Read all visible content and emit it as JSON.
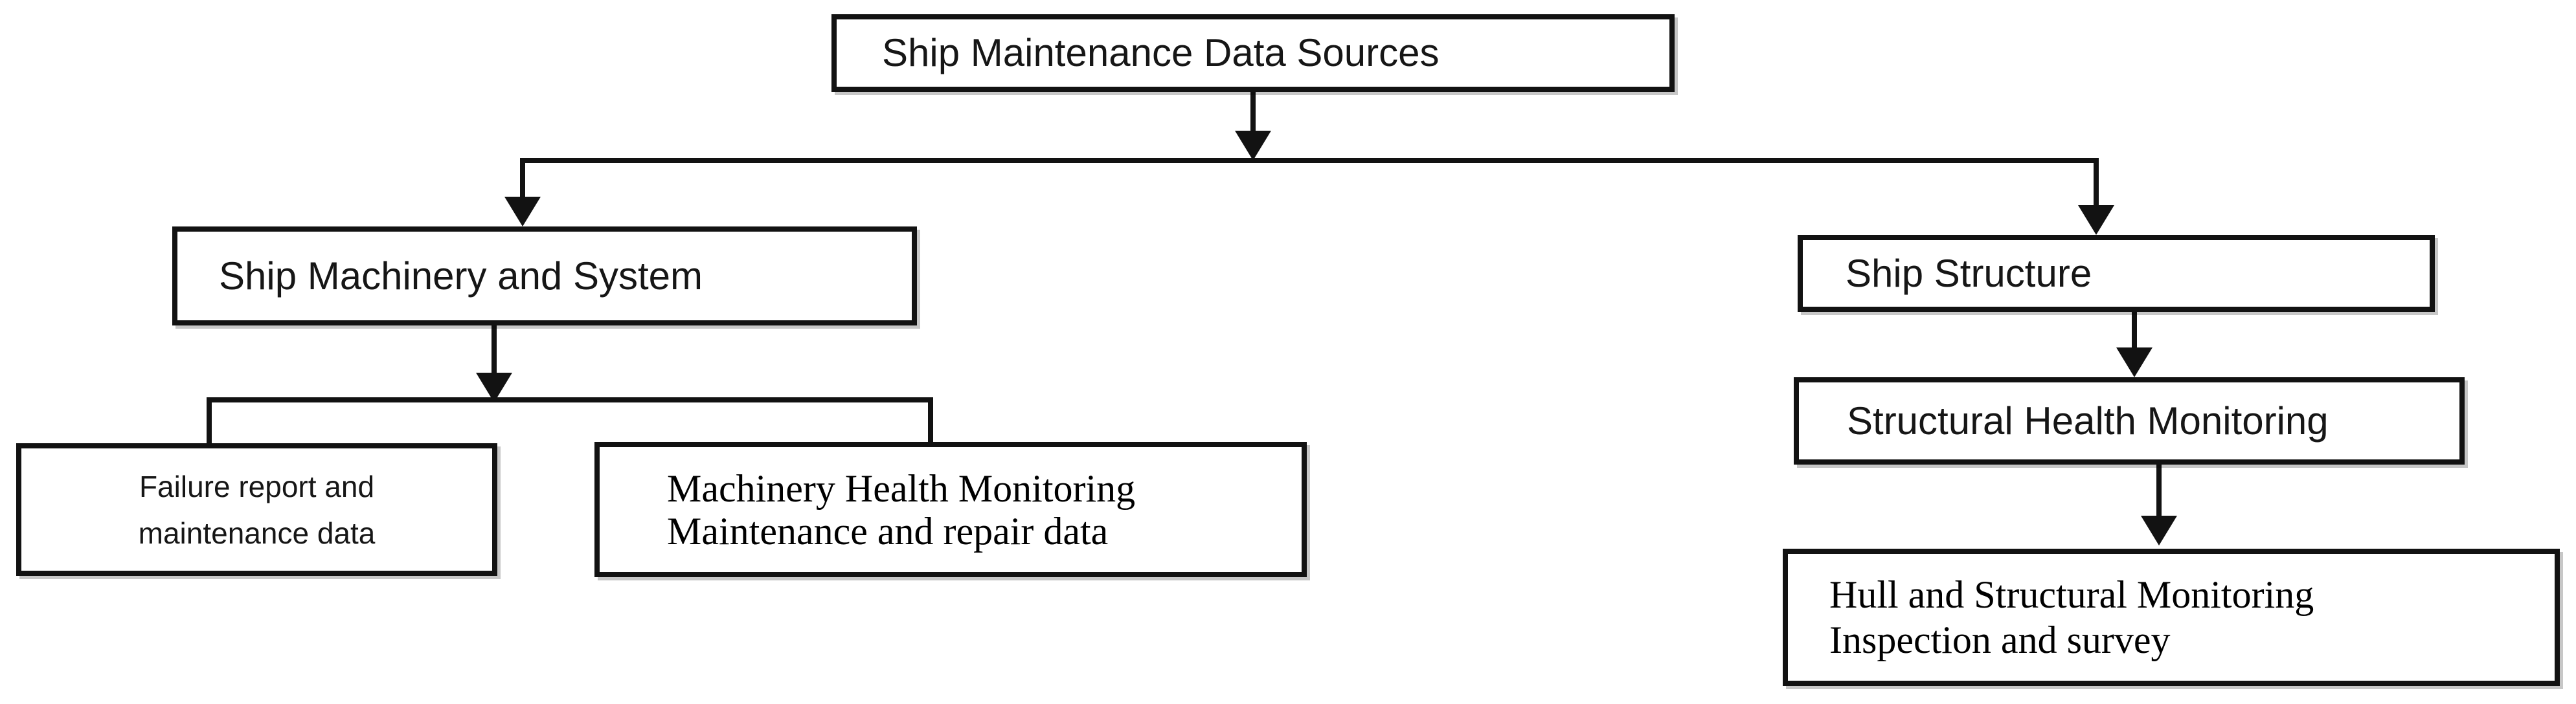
{
  "diagram": {
    "title": "Ship Maintenance Data Sources flowchart",
    "nodes": {
      "root": {
        "label": "Ship Maintenance Data Sources"
      },
      "machinery": {
        "label": "Ship Machinery and System"
      },
      "failure": {
        "line1": "Failure report and",
        "line2": "maintenance data"
      },
      "machinery_health": {
        "line1": "Machinery Health Monitoring",
        "line2": "Maintenance and repair data"
      },
      "structure": {
        "label": "Ship Structure"
      },
      "shm": {
        "label": "Structural Health Monitoring"
      },
      "hull": {
        "line1": "Hull and Structural Monitoring",
        "line2": "Inspection and survey"
      }
    },
    "colors": {
      "line": "#121212",
      "border": "#121212",
      "background": "#ffffff",
      "text": "#161616"
    }
  }
}
